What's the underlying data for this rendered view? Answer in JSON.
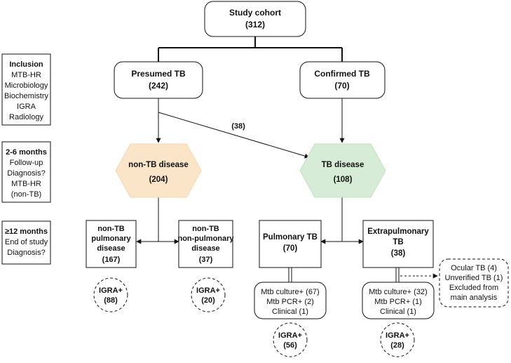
{
  "nodes": {
    "study_cohort": {
      "title": "Study cohort",
      "count": "(312)"
    },
    "presumed_tb": {
      "title": "Presumed TB",
      "count": "(242)"
    },
    "confirmed_tb": {
      "title": "Confirmed TB",
      "count": "(70)"
    },
    "non_tb_disease": {
      "title": "non-TB disease",
      "count": "(204)"
    },
    "tb_disease": {
      "title": "TB disease",
      "count": "(108)"
    },
    "non_tb_pulmonary": {
      "line1": "non-TB",
      "line2": "pulmonary",
      "line3": "disease",
      "count": "(167)"
    },
    "non_tb_nonpulmonary": {
      "line1": "non-TB",
      "line2": "non-pulmonary",
      "line3": "disease",
      "count": "(37)"
    },
    "pulmonary_tb": {
      "title": "Pulmonary TB",
      "count": "(70)"
    },
    "extrapulmonary_tb": {
      "line1": "Extrapulmonary",
      "line2": "TB",
      "count": "(38)"
    },
    "igra_1": {
      "label": "IGRA+",
      "count": "(88)"
    },
    "igra_2": {
      "label": "IGRA+",
      "count": "(20)"
    },
    "igra_3": {
      "label": "IGRA+",
      "count": "(56)"
    },
    "igra_4": {
      "label": "IGRA+",
      "count": "(28)"
    },
    "pulm_details": {
      "line1": "Mtb culture+ (67)",
      "line2": "Mtb PCR+ (2)",
      "line3": "Clinical (1)"
    },
    "extra_details": {
      "line1": "Mtb culture+ (32)",
      "line2": "Mtb PCR+ (1)",
      "line3": "Clinical (1)"
    },
    "excluded": {
      "line1": "Ocular TB (4)",
      "line2": "Unverified TB (1)",
      "line3": "Excluded from",
      "line4": "main analysis"
    }
  },
  "edge_labels": {
    "presumed_to_tb": "(38)"
  },
  "side_panel": {
    "inclusion": {
      "title": "Inclusion",
      "items": [
        "MTB-HR",
        "Microbiology",
        "Biochemistry",
        "IGRA",
        "Radiology"
      ]
    },
    "followup": {
      "title": "2-6 months",
      "items": [
        "Follow-up",
        "Diagnosis?",
        "MTB-HR",
        "(non-TB)"
      ]
    },
    "end": {
      "title": "≥12 months",
      "items": [
        "End of study",
        "Diagnosis?"
      ]
    }
  },
  "colors": {
    "non_tb_fill": "#fbe5c8",
    "tb_fill": "#d6ecd6",
    "stroke": "#111111"
  }
}
